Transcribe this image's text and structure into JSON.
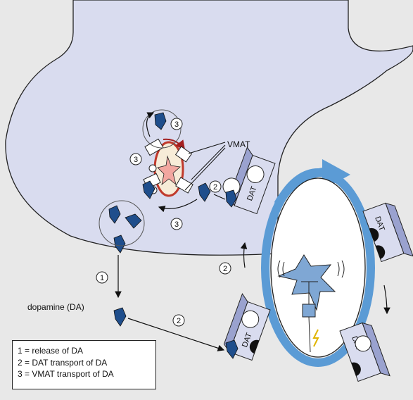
{
  "labels": {
    "vmat": "VMAT",
    "dopamine": "dopamine (DA)",
    "dat": "DAT"
  },
  "step_markers": {
    "one": "1",
    "two": "2",
    "three": "3"
  },
  "legend": [
    "1 = release of DA",
    "2 = DAT transport of DA",
    "3 = VMAT transport of DA"
  ],
  "colors": {
    "background": "#e8e8e8",
    "terminal_fill": "#d9dcef",
    "dopamine": "#1f4e8c",
    "rotation_arrow": "#5b9bd5",
    "vesicle_ring": "#c0392b",
    "vesicle_core": "#f7ecd8",
    "vesicle_content": "#f2a7a0"
  }
}
